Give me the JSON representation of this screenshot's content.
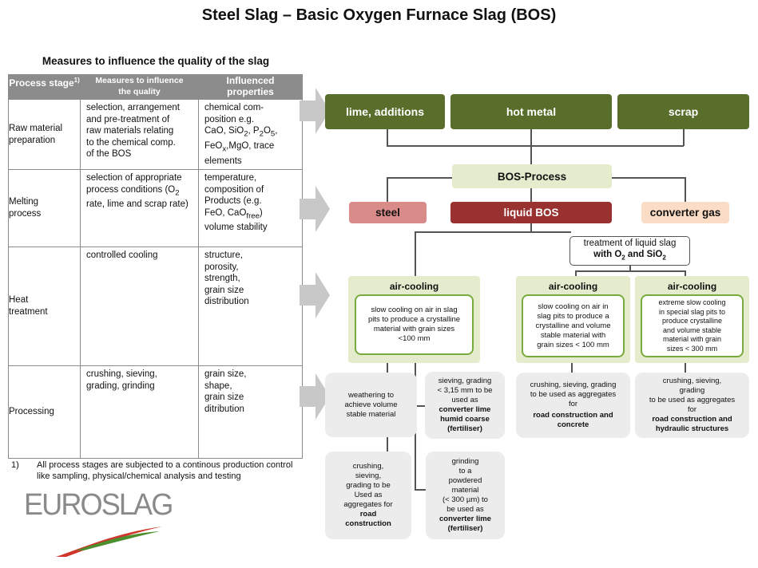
{
  "title": "Steel Slag – Basic Oxygen Furnace Slag (BOS)",
  "table": {
    "title": "Measures to influence the quality of the slag",
    "headers": {
      "stage": "Process stage",
      "stage_sup": "1)",
      "measures_line1": "Measures to influence",
      "measures_line2": "the quality",
      "properties_line1": "Influenced",
      "properties_line2": "properties"
    },
    "rows": [
      {
        "stage_lines": [
          "Raw material",
          "preparation"
        ],
        "measures_lines": [
          "selection, arrangement",
          "and pre-treatment of",
          "raw materials relating",
          "to the chemical comp.",
          "of the BOS"
        ],
        "properties_lines": [
          "chemical com-",
          "position e.g."
        ],
        "properties_formula1": {
          "a": "CaO, SiO",
          "b": "2",
          "c": ", P",
          "d": "2",
          "e": "O",
          "f": "5",
          "g": ","
        },
        "properties_formula2": {
          "a": "FeO",
          "b": "x",
          "c": ",MgO, trace"
        },
        "properties_tail": "elements"
      },
      {
        "stage_lines": [
          "Melting",
          "process"
        ],
        "measures_line1": "selection of appropriate",
        "measures_line2a": "process conditions (O",
        "measures_line2sub": "2",
        "measures_line3": "rate, lime and scrap rate)",
        "properties_line1": "temperature,",
        "properties_line2": "composition of",
        "properties_line3": "Products (e.g.",
        "properties_line4a": "FeO, CaO",
        "properties_line4sub": "free",
        "properties_line4b": ")",
        "properties_line5": "volume stability"
      },
      {
        "stage_lines": [
          "Heat",
          "treatment"
        ],
        "measures": "controlled cooling",
        "properties_lines": [
          "structure,",
          "porosity,",
          "strength,",
          "grain size",
          "distribution"
        ]
      },
      {
        "stage": "Processing",
        "measures_lines": [
          "crushing, sieving,",
          "grading, grinding"
        ],
        "properties_lines": [
          "grain size,",
          "shape,",
          "grain size",
          "ditribution"
        ]
      }
    ]
  },
  "footnote": {
    "marker": "1)",
    "line1": "All process stages are subjected to a continous production control",
    "line2": "like sampling, physical/chemical analysis and testing"
  },
  "logo": {
    "text": "EUROSLAG"
  },
  "flow": {
    "inputs": [
      "lime, additions",
      "hot metal",
      "scrap"
    ],
    "process": "BOS-Process",
    "outputs": {
      "steel": "steel",
      "liquid_bos": "liquid BOS",
      "converter_gas": "converter gas"
    },
    "treatment": {
      "line1": "treatment of liquid slag",
      "line2a": "with O",
      "sub1": "2",
      "line2b": " and SiO",
      "sub2": "2"
    },
    "aircooling": [
      {
        "title": "air-cooling",
        "lines": [
          "slow cooling on air in slag",
          "pits to produce a crystalline",
          "material with grain sizes",
          "<100 mm"
        ]
      },
      {
        "title": "air-cooling",
        "lines": [
          "slow cooling on air in",
          "slag pits to produce a",
          "crystalline and volume",
          "stable material with",
          "grain sizes < 100 mm"
        ]
      },
      {
        "title": "air-cooling",
        "lines": [
          "extreme slow cooling",
          "in special slag pits to",
          "produce crystalline",
          "and volume stable",
          "material with grain",
          "sizes < 300 mm"
        ]
      }
    ],
    "processing": {
      "weathering": [
        "weathering to",
        "achieve volume",
        "stable material"
      ],
      "sieving": {
        "lines": [
          "sieving, grading",
          "< 3,15 mm to be",
          "used as"
        ],
        "bold": [
          "converter lime",
          "humid coarse",
          "(fertiliser)"
        ]
      },
      "crushing_road": {
        "lines": [
          "crushing,",
          "sieving,",
          "grading to be",
          "Used as",
          "aggregates for"
        ],
        "bold": [
          "road",
          "construction"
        ]
      },
      "grinding": {
        "lines": [
          "grinding",
          "to a",
          "powdered",
          "material",
          "(< 300 µm) to",
          "be used as"
        ],
        "bold": [
          "converter lime",
          "(fertiliser)"
        ]
      },
      "crushing_concrete": {
        "lines": [
          "crushing, sieving, grading",
          "to be used as aggregates",
          "for"
        ],
        "bold": [
          "road construction and",
          "concrete"
        ]
      },
      "crushing_hydraulic": {
        "lines": [
          "crushing, sieving,",
          "grading",
          "to be used as aggregates",
          "for"
        ],
        "bold": [
          "road construction and",
          "hydraulic structures"
        ]
      }
    }
  },
  "colors": {
    "dark_green": "#5a6e2c",
    "pale_green": "#e4eccd",
    "steel_pink": "#d88b89",
    "liquid_bos_red": "#983130",
    "converter_gas_peach": "#fbdcc5",
    "grey_box": "#ececec",
    "header_grey": "#8c8c8c",
    "arrow_grey": "#c8c8c8",
    "cooling_border": "#78ab3e"
  }
}
